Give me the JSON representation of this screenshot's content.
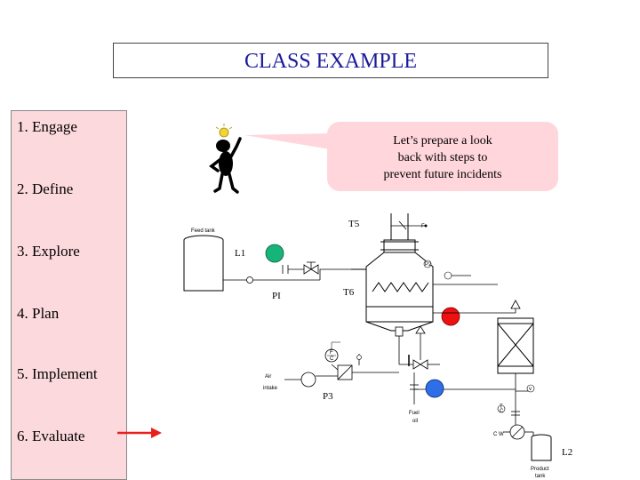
{
  "title": "CLASS EXAMPLE",
  "steps": [
    "1. Engage",
    "2. Define",
    "3. Explore",
    "4. Plan",
    "5. Implement",
    "6. Evaluate"
  ],
  "callout": {
    "lines": [
      "Let’s prepare a look",
      "back with steps to",
      "prevent future incidents"
    ]
  },
  "diagram": {
    "labels": {
      "feed_tank": "Feed tank",
      "t5": "T5",
      "l1": "L1",
      "pi": "PI",
      "t6": "T6",
      "p3": "P3",
      "l2": "L2",
      "air": "Air",
      "intake": "intake",
      "fuel": "Fuel",
      "oil": "oil",
      "cw": "C W",
      "product": "Product",
      "tank": "tank",
      "fc": "F",
      "fc_sub": "C",
      "tc": "T",
      "tc_sub": "C",
      "v": "v",
      "p2": "P2",
      "f": "F"
    },
    "colors": {
      "green": "#16b478",
      "red": "#ee1111",
      "blue": "#2e6ee6",
      "arrow": "#e8201c"
    }
  }
}
